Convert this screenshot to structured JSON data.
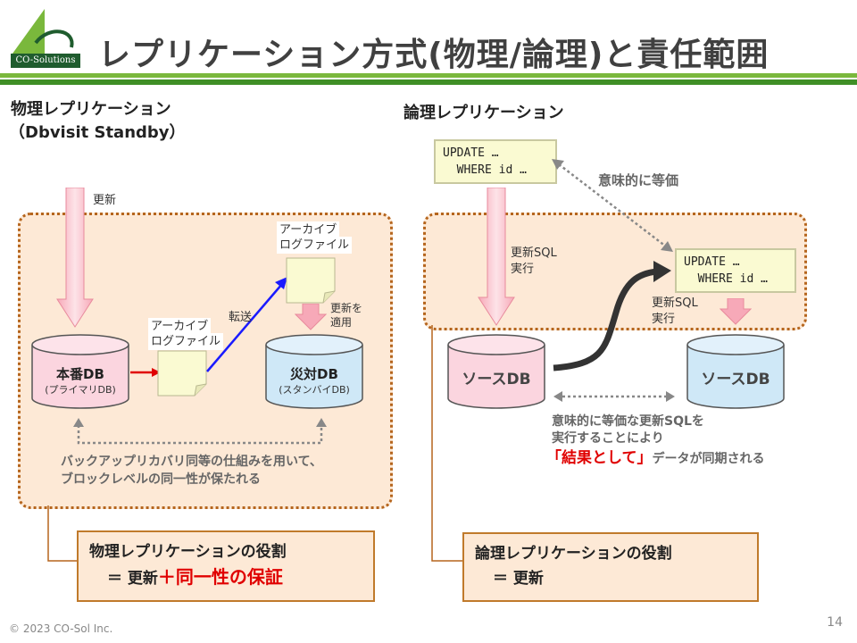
{
  "header": {
    "title": "レプリケーション方式(物理/論理)と責任範囲",
    "logo_text": "CO-Solutions"
  },
  "physical": {
    "heading_line1": "物理レプリケーション",
    "heading_line2": "（Dbvisit Standby）",
    "update_label": "更新",
    "archive_log_left_line1": "アーカイブ",
    "archive_log_left_line2": "ログファイル",
    "transfer_label": "転送",
    "archive_log_right_line1": "アーカイブ",
    "archive_log_right_line2": "ログファイル",
    "apply_label_line1": "更新を",
    "apply_label_line2": "適用",
    "primary_db": "本番DB",
    "primary_db_sub": "(プライマリDB)",
    "standby_db": "災対DB",
    "standby_db_sub": "(スタンバイDB)",
    "mechanism_line1": "バックアップリカバリ同等の仕組みを用いて、",
    "mechanism_line2": "ブロックレベルの同一性が保たれる",
    "role_title": "物理レプリケーションの役割",
    "role_prefix": "＝ 更新",
    "role_highlight": "＋同一性の保証"
  },
  "logical": {
    "heading": "論理レプリケーション",
    "sql_top_line1": "UPDATE …",
    "sql_top_line2": "  WHERE id …",
    "equivalent_label": "意味的に等価",
    "exec_left_line1": "更新SQL",
    "exec_left_line2": "実行",
    "sql_right_line1": "UPDATE …",
    "sql_right_line2": "  WHERE id …",
    "exec_right_line1": "更新SQL",
    "exec_right_line2": "実行",
    "source_db_left": "ソースDB",
    "source_db_right": "ソースDB",
    "sync_line1": "意味的に等価な更新SQLを",
    "sync_line2": "実行することにより",
    "sync_highlight": "「結果として」",
    "sync_suffix": "データが同期される",
    "role_title": "論理レプリケーションの役割",
    "role_line2": "＝ 更新"
  },
  "footer": {
    "copyright": "© 2023 CO-Sol Inc.",
    "page": "14"
  },
  "colors": {
    "accent_green": "#7ab83c",
    "dark_green": "#3f8f26",
    "box_fill": "#fde9d6",
    "box_border": "#b5651d",
    "primary_db_fill": "#fbd5df",
    "standby_db_fill": "#cfe8f7",
    "highlight_red": "#e00000"
  }
}
